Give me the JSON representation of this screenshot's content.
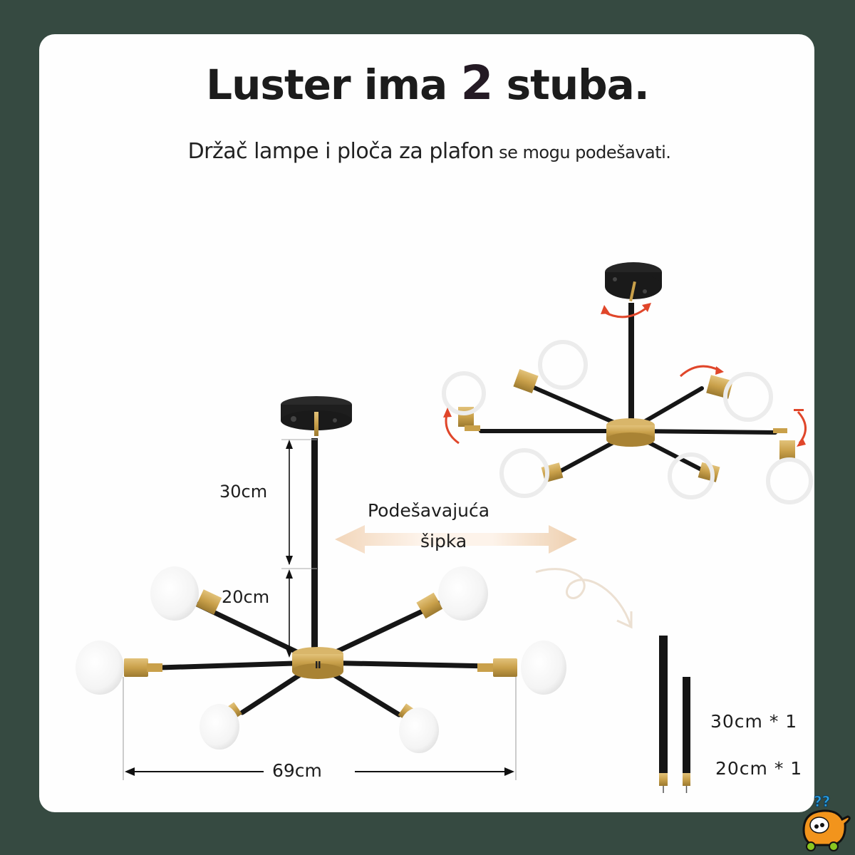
{
  "header": {
    "title_pre": "Luster ima ",
    "title_num": "2",
    "title_post": " stuba.",
    "subtitle_main": "Držač lampe i ploča za plafon",
    "subtitle_tail": " se mogu podešavati."
  },
  "dimensions": {
    "upper_rod": "30cm",
    "lower_rod": "20cm",
    "width": "69cm"
  },
  "adjustable": {
    "line1": "Podešavajuća",
    "line2": "šipka"
  },
  "parts": [
    {
      "label": "30cm * 1"
    },
    {
      "label": "20cm * 1"
    }
  ],
  "colors": {
    "background": "#364a41",
    "card": "#fefefe",
    "gold": "#c9a04a",
    "black_metal": "#1a1a1a",
    "rotation_arrow": "#e0462a",
    "peach_arrow": "#f2d6ba"
  },
  "icons": {
    "rotation": "curved-double-arrow",
    "mascot": "orange-cart-mascot-logo"
  }
}
